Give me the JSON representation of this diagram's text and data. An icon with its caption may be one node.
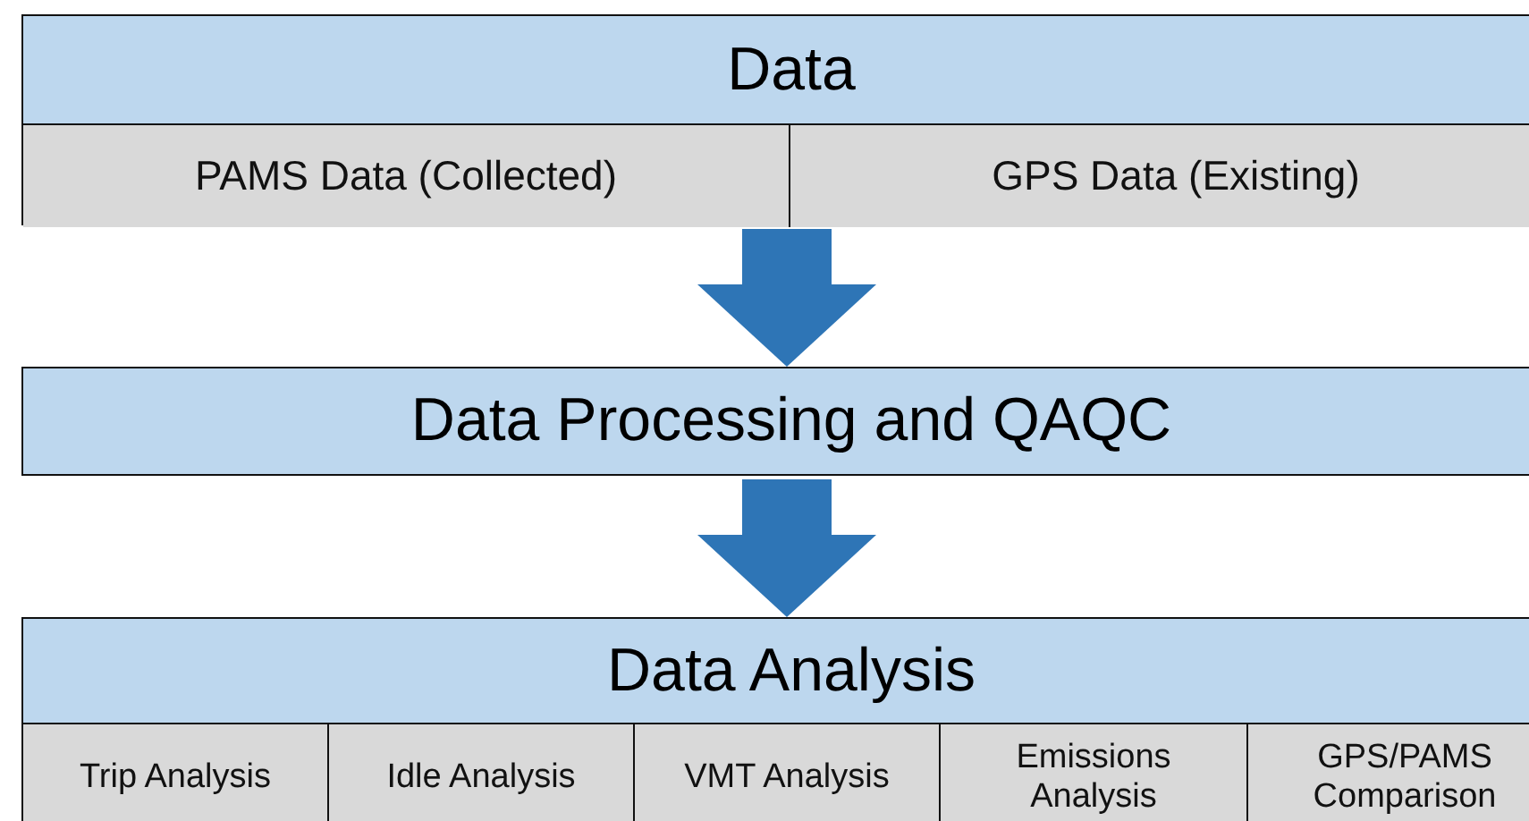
{
  "diagram": {
    "nodes": [
      {
        "text": [
          "Data"
        ]
      },
      {
        "text": [
          "PAMS Data (Collected)"
        ],
        "in": 0
      },
      {
        "text": [
          "GPS Data (Existing)"
        ],
        "in": 0
      },
      {
        "text": [
          "Data Processing and QAQC"
        ]
      },
      {
        "text": [
          "Data Analysis"
        ]
      },
      {
        "text": [
          "Trip Analysis"
        ],
        "in": 4
      },
      {
        "text": [
          "Idle Analysis"
        ],
        "in": 4
      },
      {
        "text": [
          "VMT Analysis"
        ],
        "in": 4
      },
      {
        "text": [
          "Emissions Analysis"
        ],
        "in": 4
      },
      {
        "text": [
          "GPS/PAMS Comparison"
        ],
        "in": 4
      }
    ],
    "edges": [
      {
        "from": 0,
        "to": 3,
        "arrow": "to"
      },
      {
        "from": 3,
        "to": 4,
        "arrow": "to"
      }
    ]
  }
}
